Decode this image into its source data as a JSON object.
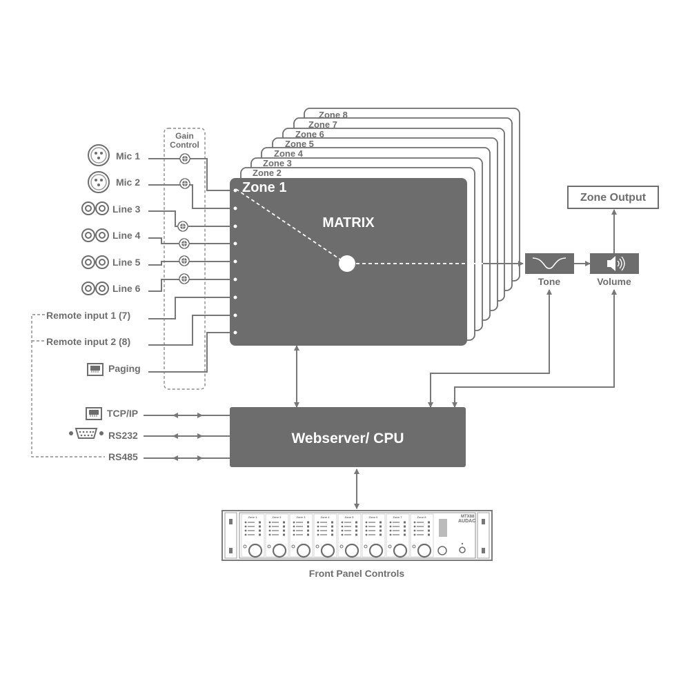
{
  "gain_control": {
    "label_line1": "Gain",
    "label_line2": "Control"
  },
  "inputs": [
    {
      "label": "Mic 1",
      "icon": "xlr-connector-icon"
    },
    {
      "label": "Mic 2",
      "icon": "xlr-connector-icon"
    },
    {
      "label": "Line 3",
      "icon": "rca-connector-icon"
    },
    {
      "label": "Line 4",
      "icon": "rca-connector-icon"
    },
    {
      "label": "Line 5",
      "icon": "rca-connector-icon"
    },
    {
      "label": "Line 6",
      "icon": "rca-connector-icon"
    },
    {
      "label": "Remote input 1 (7)"
    },
    {
      "label": "Remote input 2 (8)"
    },
    {
      "label": "Paging",
      "icon": "rj45-connector-icon"
    }
  ],
  "zones": [
    "Zone 1",
    "Zone 2",
    "Zone 3",
    "Zone 4",
    "Zone 5",
    "Zone 6",
    "Zone 7",
    "Zone 8"
  ],
  "matrix": {
    "label": "MATRIX"
  },
  "tone": {
    "label": "Tone"
  },
  "volume": {
    "label": "Volume"
  },
  "zone_output": {
    "label": "Zone Output"
  },
  "cpu": {
    "label": "Webserver/ CPU"
  },
  "control_ports": [
    {
      "label": "TCP/IP",
      "icon": "rj45-connector-icon"
    },
    {
      "label": "RS232",
      "icon": "db9-connector-icon"
    },
    {
      "label": "RS485"
    }
  ],
  "front_panel": {
    "caption": "Front Panel Controls",
    "brand": "AUDAC",
    "model": "MTX88",
    "zone_labels": [
      "Zone 1",
      "Zone 2",
      "Zone 3",
      "Zone 4",
      "Zone 5",
      "Zone 6",
      "Zone 7",
      "Zone 8"
    ]
  },
  "colors": {
    "box_fill": "#6d6d6d",
    "line": "#777777",
    "text": "#6d6d6d",
    "white": "#ffffff"
  }
}
